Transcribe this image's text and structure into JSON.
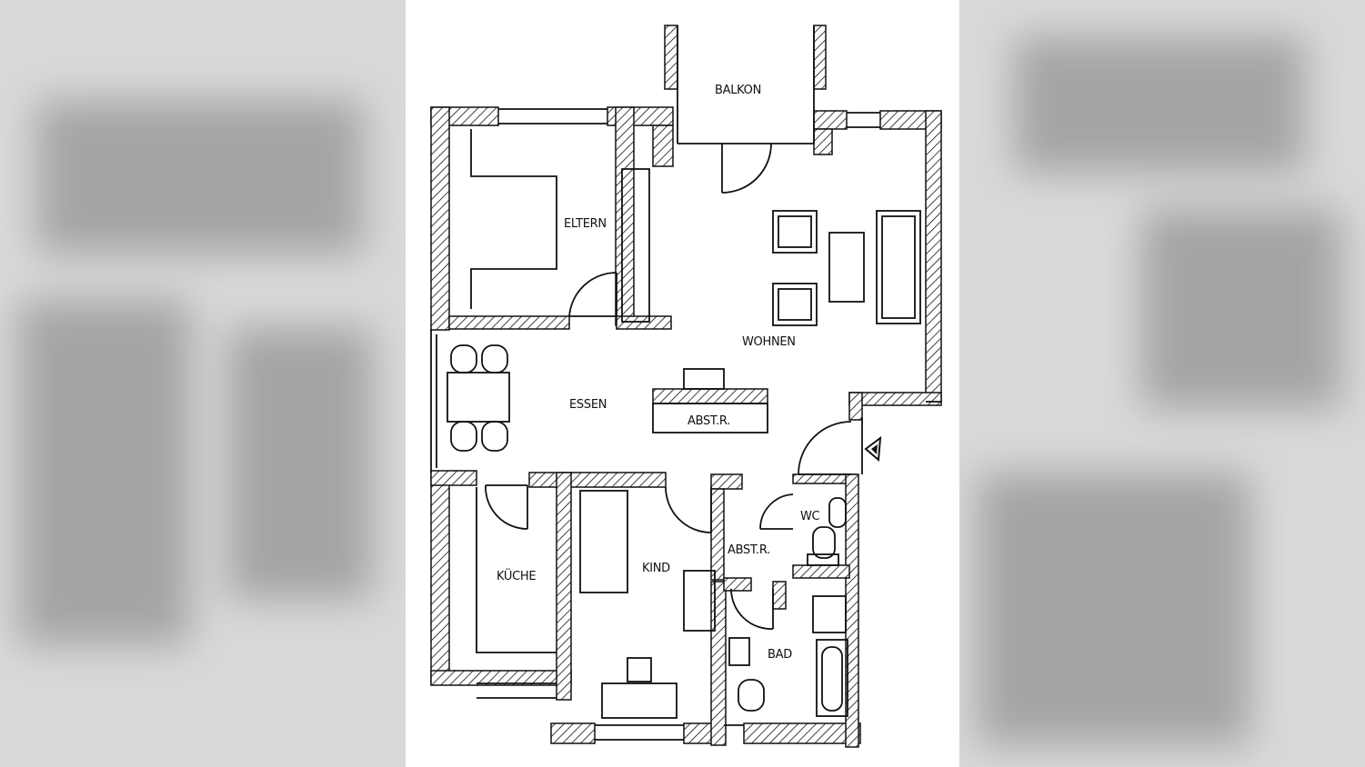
{
  "rooms": {
    "balkon": "BALKON",
    "eltern": "ELTERN",
    "wohnen": "WOHNEN",
    "essen": "ESSEN",
    "abstr_n": "ABST.R.",
    "kueche": "KÜCHE",
    "kind": "KIND",
    "abstr_r": "ABST.R.",
    "wc": "WC",
    "bad": "BAD"
  },
  "entrance_icon": "entrance-triangle-icon",
  "colors": {
    "line": "#111111",
    "paper": "#ffffff",
    "backdrop": "#d9d9d9"
  }
}
